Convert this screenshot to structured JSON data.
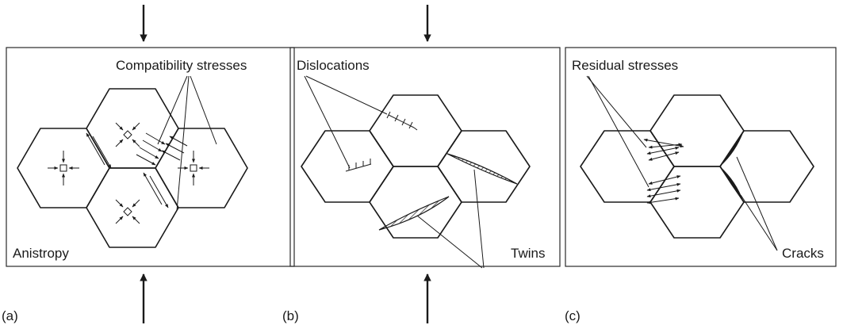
{
  "panels": [
    {
      "id": "a",
      "letter": "(a)",
      "top_label": "Compatibility stresses",
      "bottom_label": "Anistropy"
    },
    {
      "id": "b",
      "letter": "(b)",
      "top_label": "Dislocations",
      "bottom_label": "Twins"
    },
    {
      "id": "c",
      "letter": "(c)",
      "top_label": "Residual stresses",
      "bottom_label": "Cracks"
    }
  ],
  "colors": {
    "line": "#1a1a1a",
    "background": "#ffffff"
  }
}
